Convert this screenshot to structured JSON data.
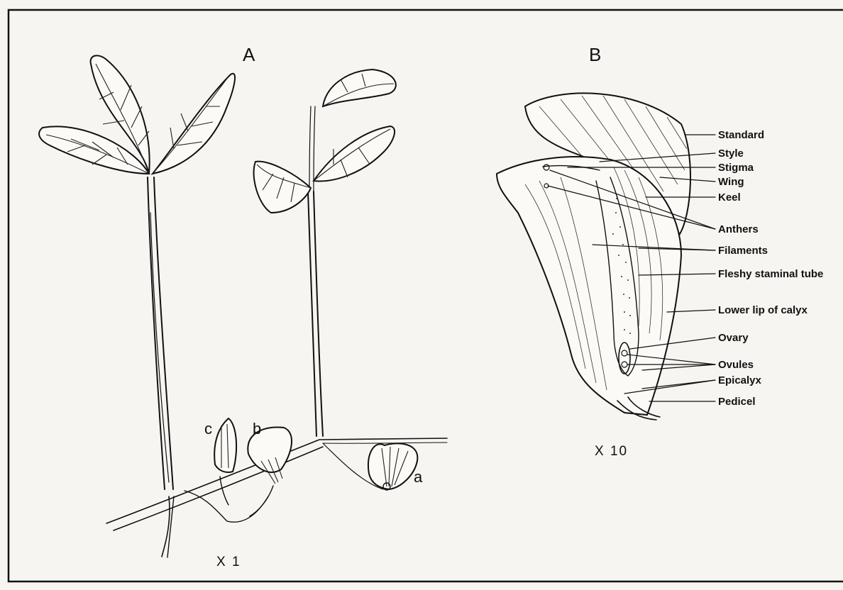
{
  "panels": {
    "a": {
      "letter": "A",
      "flower_labels": {
        "c": "c",
        "b": "b",
        "a": "a"
      },
      "magnification": "X 1"
    },
    "b": {
      "letter": "B",
      "labels": {
        "standard": "Standard",
        "style": "Style",
        "stigma": "Stigma",
        "wing": "Wing",
        "keel": "Keel",
        "anthers": "Anthers",
        "filaments": "Filaments",
        "staminal_tube": "Fleshy staminal tube",
        "lower_lip": "Lower lip of calyx",
        "ovary": "Ovary",
        "ovules": "Ovules",
        "epicalyx": "Epicalyx",
        "pedicel": "Pedicel"
      },
      "magnification": "X 10"
    }
  },
  "colors": {
    "ink": "#111111",
    "paper": "#f6f5f1"
  }
}
